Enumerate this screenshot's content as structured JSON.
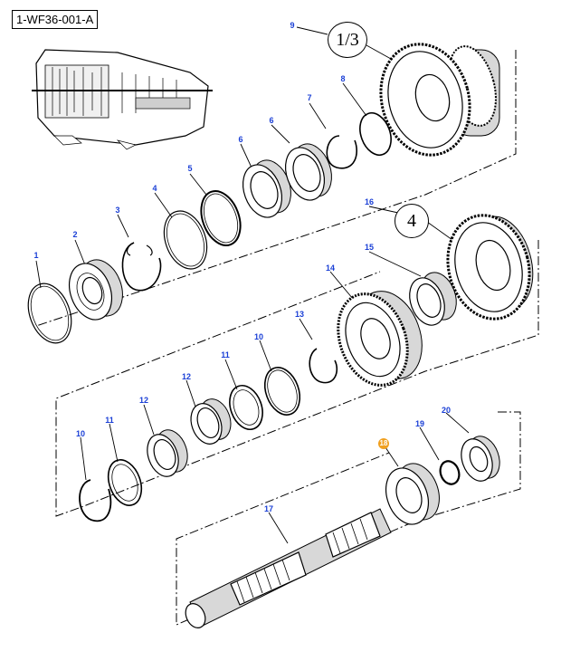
{
  "diagram": {
    "reference_code": "1-WF36-001-A",
    "group_labels": [
      "1/3",
      "4"
    ],
    "highlighted_callout": "18",
    "colors": {
      "callout_text": "#1a3fd6",
      "highlight_badge": "#f0a020",
      "line": "#000000"
    }
  },
  "callouts": [
    "1",
    "2",
    "3",
    "4",
    "5",
    "6",
    "6",
    "7",
    "8",
    "9",
    "10",
    "10",
    "11",
    "11",
    "12",
    "12",
    "13",
    "14",
    "15",
    "16",
    "17",
    "18",
    "19",
    "20"
  ]
}
